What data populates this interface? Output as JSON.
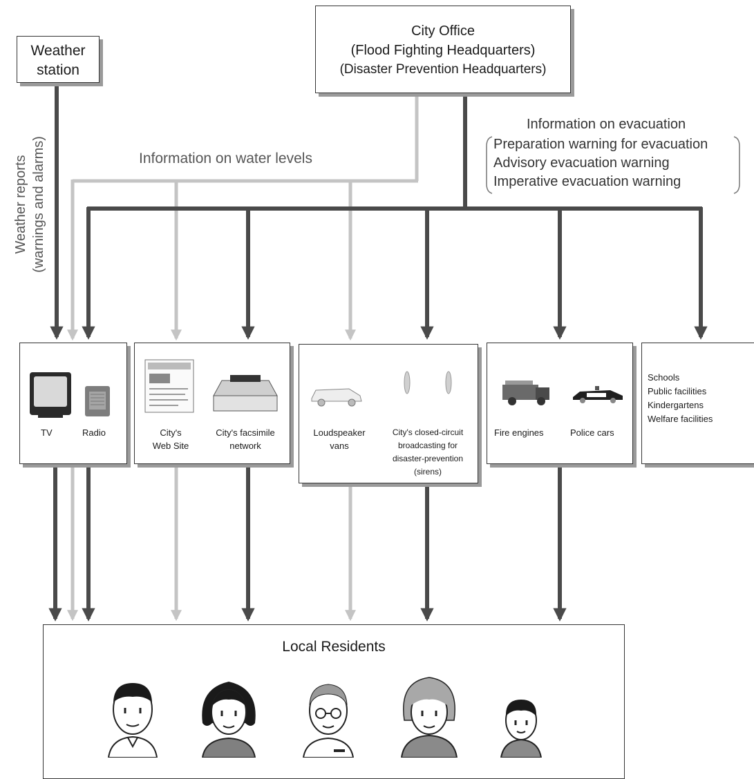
{
  "weather_station": {
    "line1": "Weather",
    "line2": "station"
  },
  "city_office": {
    "line1": "City Office",
    "line2": "(Flood Fighting Headquarters)",
    "line3": "(Disaster Prevention Headquarters)"
  },
  "weather_reports": {
    "line1": "Weather reports",
    "line2": "(warnings and alarms)"
  },
  "water_levels": {
    "label": "Information on water levels"
  },
  "evacuation": {
    "title": "Information on evacuation",
    "items": [
      "Preparation warning for evacuation",
      "Advisory evacuation warning",
      "Imperative evacuation warning"
    ]
  },
  "channels": {
    "tv": "TV",
    "radio": "Radio",
    "website": [
      "City's",
      "Web Site"
    ],
    "facsimile": [
      "City's facsimile",
      "network"
    ],
    "loudspeaker": [
      "Loudspeaker",
      "vans"
    ],
    "cctv": [
      "City's closed-circuit",
      "broadcasting for",
      "disaster-prevention",
      "(sirens)"
    ],
    "fire": "Fire engines",
    "police": "Police cars",
    "facilities": [
      "Schools",
      "Public facilities",
      "Kindergartens",
      "Welfare facilities"
    ]
  },
  "residents": {
    "title": "Local Residents"
  },
  "colors": {
    "dark_arrow": "#4a4a4a",
    "light_arrow": "#c4c4c4",
    "shadow": "#9a9a9a"
  }
}
